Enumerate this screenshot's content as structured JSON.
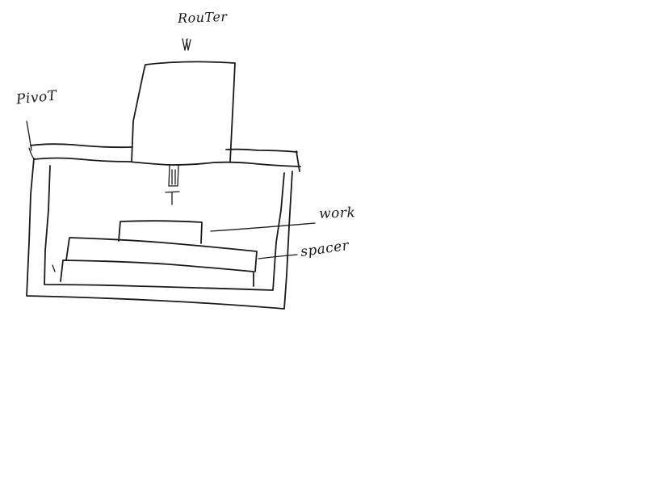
{
  "diagram": {
    "labels": {
      "router": "RouTer",
      "pivot": "PivoT",
      "work": "work",
      "spacer": "spacer"
    },
    "parts": [
      "router",
      "router-bit",
      "box-frame",
      "top-plate",
      "work-piece",
      "spacer-block",
      "base-block"
    ],
    "ink_color": "#1a1a1a"
  }
}
